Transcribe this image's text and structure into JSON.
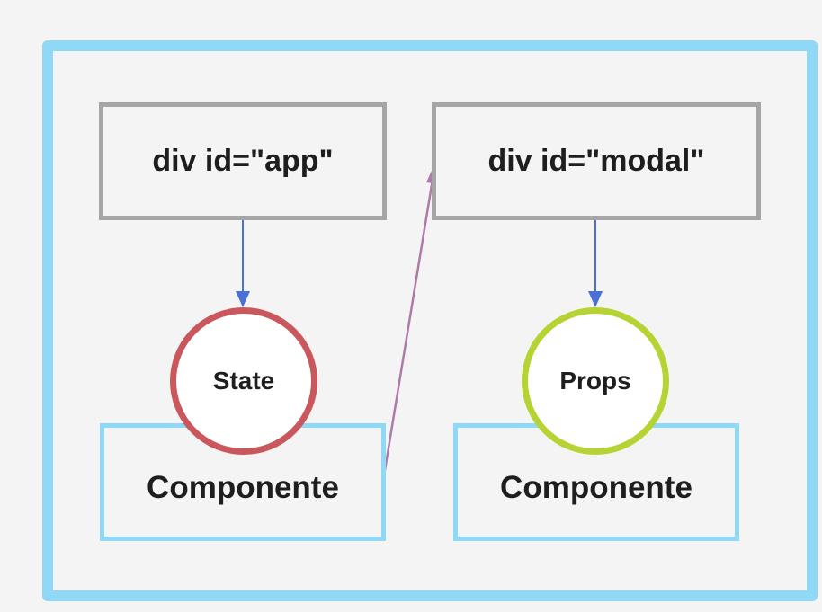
{
  "diagram": {
    "nodes": {
      "app_div": {
        "label": "div id=\"app\""
      },
      "modal_div": {
        "label": "div id=\"modal\""
      },
      "state_circle": {
        "label": "State",
        "color": "#c9575c"
      },
      "props_circle": {
        "label": "Props",
        "color": "#b6d334"
      },
      "left_component": {
        "label": "Componente"
      },
      "right_component": {
        "label": "Componente"
      }
    },
    "colors": {
      "frame": "#8fd8f6",
      "div_border": "#a6a6a6",
      "component_border": "#8fd8f6",
      "down_arrow": "#4a6fd6",
      "portal_arrow": "#b07aa8"
    },
    "edges": [
      {
        "from": "app_div",
        "to": "state_circle"
      },
      {
        "from": "modal_div",
        "to": "props_circle"
      },
      {
        "from": "left_component",
        "to": "modal_div"
      }
    ]
  }
}
